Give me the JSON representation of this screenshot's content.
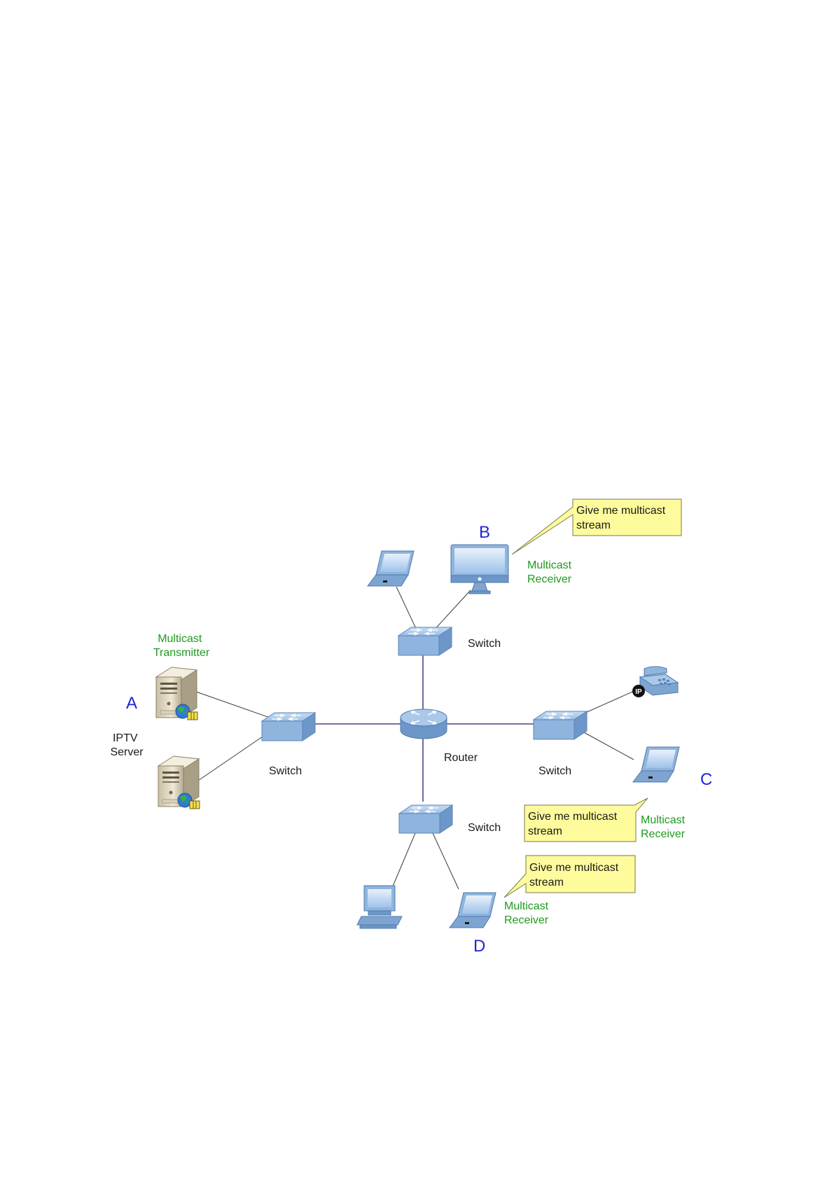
{
  "labels": {
    "letter_a": "A",
    "letter_b": "B",
    "letter_c": "C",
    "letter_d": "D",
    "transmitter": [
      "Multicast",
      "Transmitter"
    ],
    "iptv_server": [
      "IPTV",
      "Server"
    ],
    "switch_left": "Switch",
    "switch_top": "Switch",
    "switch_right": "Switch",
    "switch_bottom": "Switch",
    "router": "Router",
    "receiver_b": [
      "Multicast",
      "Receiver"
    ],
    "receiver_c": [
      "Multicast",
      "Receiver"
    ],
    "receiver_d": [
      "Multicast",
      "Receiver"
    ]
  },
  "callouts": {
    "b": [
      "Give me multicast",
      "stream"
    ],
    "c": [
      "Give me multicast",
      "stream"
    ],
    "d": [
      "Give me multicast",
      "stream"
    ]
  },
  "icons": {
    "ip_phone_badge": "IP"
  },
  "colors": {
    "device_blue": "#8fb4de",
    "callout_yellow": "#fdfb9c",
    "receiver_green": "#1f9a1f",
    "letter_blue": "#2323d6"
  }
}
